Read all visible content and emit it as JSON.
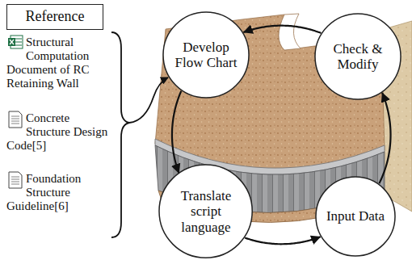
{
  "diagram": {
    "nodes": [
      {
        "text": [
          "Reference"
        ]
      },
      {
        "text": [
          "Develop Flow Chart"
        ]
      },
      {
        "text": [
          "Check & Modify"
        ]
      },
      {
        "text": [
          "Translate script language"
        ]
      },
      {
        "text": [
          "Input Data"
        ]
      }
    ],
    "edges": [
      {
        "from": 1,
        "to": 3,
        "arrow": "to"
      },
      {
        "from": 3,
        "to": 4,
        "arrow": "to"
      },
      {
        "from": 4,
        "to": 2,
        "arrow": "to"
      },
      {
        "from": 2,
        "to": 1,
        "arrow": "to"
      }
    ],
    "labels": [
      "Structural Computation Document of RC Retaining Wall",
      "Concrete Structure Design Code[5]",
      "Foundation Structure Guideline[6]"
    ]
  }
}
